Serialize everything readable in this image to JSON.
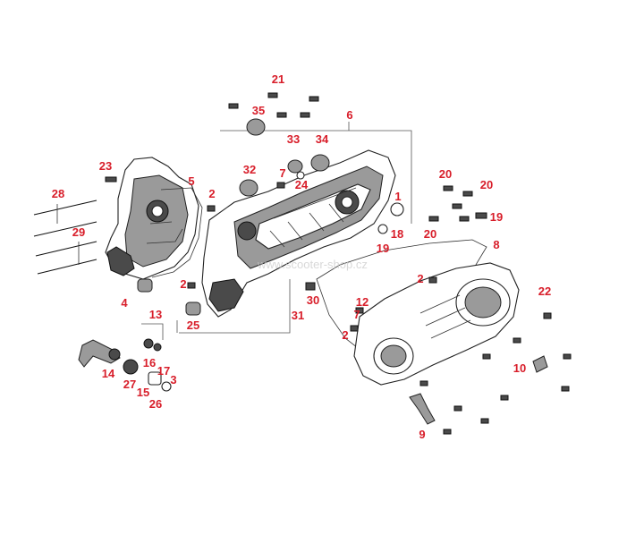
{
  "watermark": "www.scooter-shop.cz",
  "callout_color": "#d81e2a",
  "callouts": [
    "1",
    "2",
    "2",
    "2",
    "2",
    "3",
    "4",
    "5",
    "6",
    "7",
    "7",
    "8",
    "9",
    "10",
    "12",
    "13",
    "14",
    "15",
    "16",
    "17",
    "18",
    "19",
    "19",
    "20",
    "20",
    "20",
    "21",
    "22",
    "23",
    "24",
    "25",
    "26",
    "27",
    "28",
    "29",
    "30",
    "31",
    "32",
    "33",
    "34",
    "35"
  ]
}
